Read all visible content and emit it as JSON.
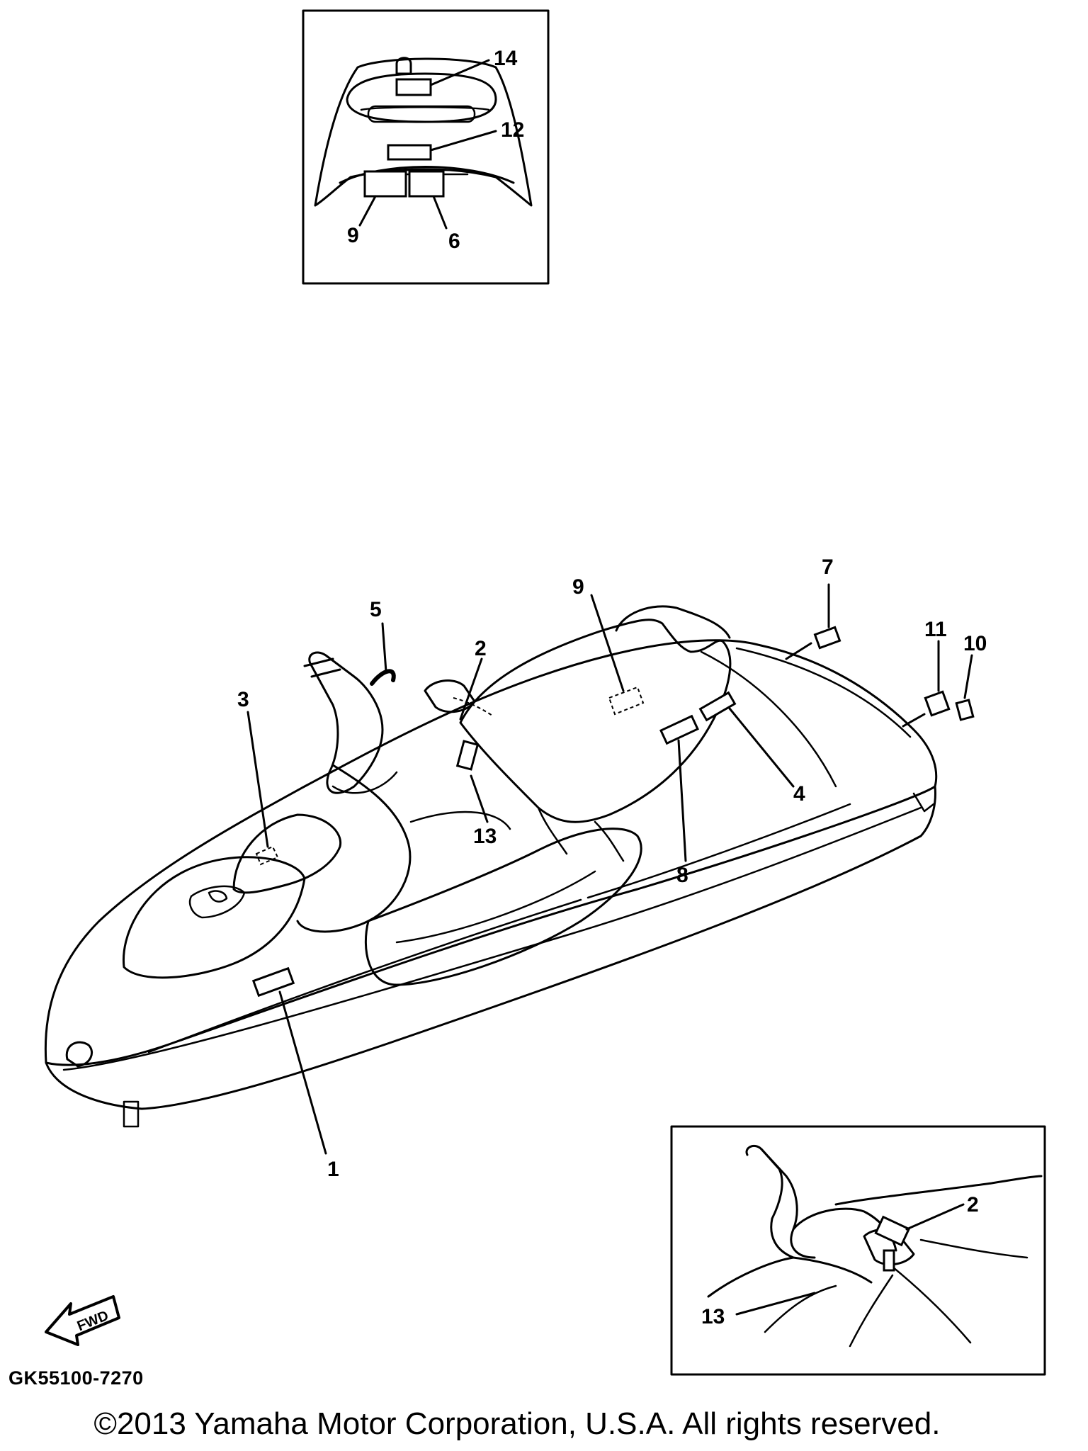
{
  "diagram": {
    "callouts": {
      "c1": "1",
      "c2": "2",
      "c3": "3",
      "c4": "4",
      "c5": "5",
      "c6": "6",
      "c7": "7",
      "c8": "8",
      "c9": "9",
      "c10": "10",
      "c11": "11",
      "c12": "12",
      "c13": "13",
      "c14": "14"
    },
    "fwd_label": "FWD",
    "part_code": "GK55100-7270"
  },
  "footer": {
    "copyright": "©2013 Yamaha Motor Corporation, U.S.A. All rights reserved."
  }
}
